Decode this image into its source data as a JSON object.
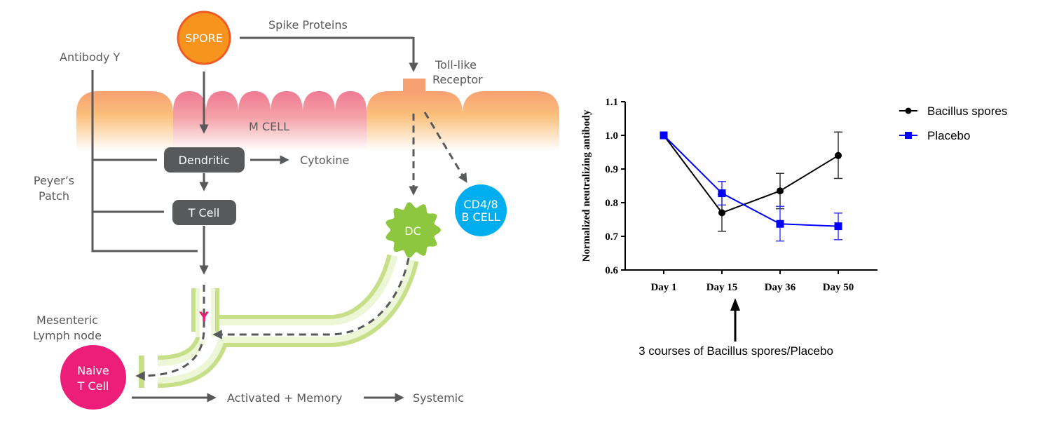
{
  "diagram": {
    "spore": "SPORE",
    "spike_proteins": "Spike Proteins",
    "antibody_y": "Antibody Y",
    "toll_like_line1": "Toll-like",
    "toll_like_line2": "Receptor",
    "m_cell": "M CELL",
    "dendritic": "Dendritic",
    "cytokine": "Cytokine",
    "peyers_line1": "Peyer’s",
    "peyers_line2": "Patch",
    "t_cell": "T Cell",
    "dc": "DC",
    "cd48_line1": "CD4/8",
    "cd48_line2": "B CELL",
    "y_mark": "Y",
    "mesenteric_line1": "Mesenteric",
    "mesenteric_line2": "Lymph node",
    "naive_line1": "Naive",
    "naive_line2": "T Cell",
    "activated": "Activated + Memory",
    "systemic": "Systemic",
    "colors": {
      "spore": "#f7941d",
      "spore_border": "#f15a24",
      "dark": "#58595b",
      "m_cell_pink": "#f07a93",
      "epithelium_orange": "#f7a072",
      "dc_green": "#8dc63f",
      "b_cell_blue": "#00aeef",
      "naive_pink": "#ed1e79",
      "lymph_green": "#d7e8a8"
    }
  },
  "chart_data": {
    "type": "line",
    "title": "",
    "xlabel": "",
    "ylabel": "Normalized neutralizing antibody",
    "categories": [
      "Day 1",
      "Day 15",
      "Day 36",
      "Day 50"
    ],
    "ylim": [
      0.6,
      1.1
    ],
    "yticks": [
      "0.6",
      "0.7",
      "0.8",
      "0.9",
      "1.0",
      "1.1"
    ],
    "grid": false,
    "legend_position": "top-right",
    "series": [
      {
        "name": "Bacillus spores",
        "color": "#000000",
        "marker": "circle",
        "values": [
          1.0,
          0.77,
          0.835,
          0.94
        ],
        "err_low": [
          1.0,
          0.715,
          0.782,
          0.872
        ],
        "err_high": [
          1.0,
          0.825,
          0.887,
          1.01
        ]
      },
      {
        "name": "Placebo",
        "color": "#0000ff",
        "marker": "square",
        "values": [
          1.0,
          0.828,
          0.737,
          0.73
        ],
        "err_low": [
          1.0,
          0.793,
          0.686,
          0.69
        ],
        "err_high": [
          1.0,
          0.863,
          0.789,
          0.769
        ]
      }
    ],
    "annotation": {
      "text": "3 courses of Bacillus spores/Placebo",
      "points_to": "Day 15"
    }
  }
}
